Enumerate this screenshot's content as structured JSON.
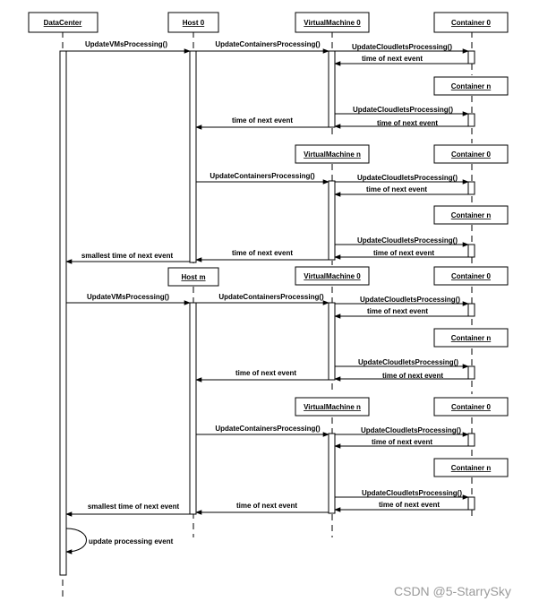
{
  "participants": {
    "datacenter": "DataCenter",
    "host_0": "Host 0",
    "host_m": "Host m",
    "vm_0": "VirtualMachine 0",
    "vm_n": "VirtualMachine n",
    "container_0": "Container 0",
    "container_n": "Container n"
  },
  "messages": {
    "update_vms": "UpdateVMsProcessing()",
    "update_containers": "UpdateContainersProcessing()",
    "update_cloudlets": "UpdateCloudletsProcessing()",
    "time_next_event": "time of next event",
    "smallest_time": "smallest time of next event",
    "update_event": "update processing event"
  },
  "watermark": "CSDN @5-StarrySky"
}
